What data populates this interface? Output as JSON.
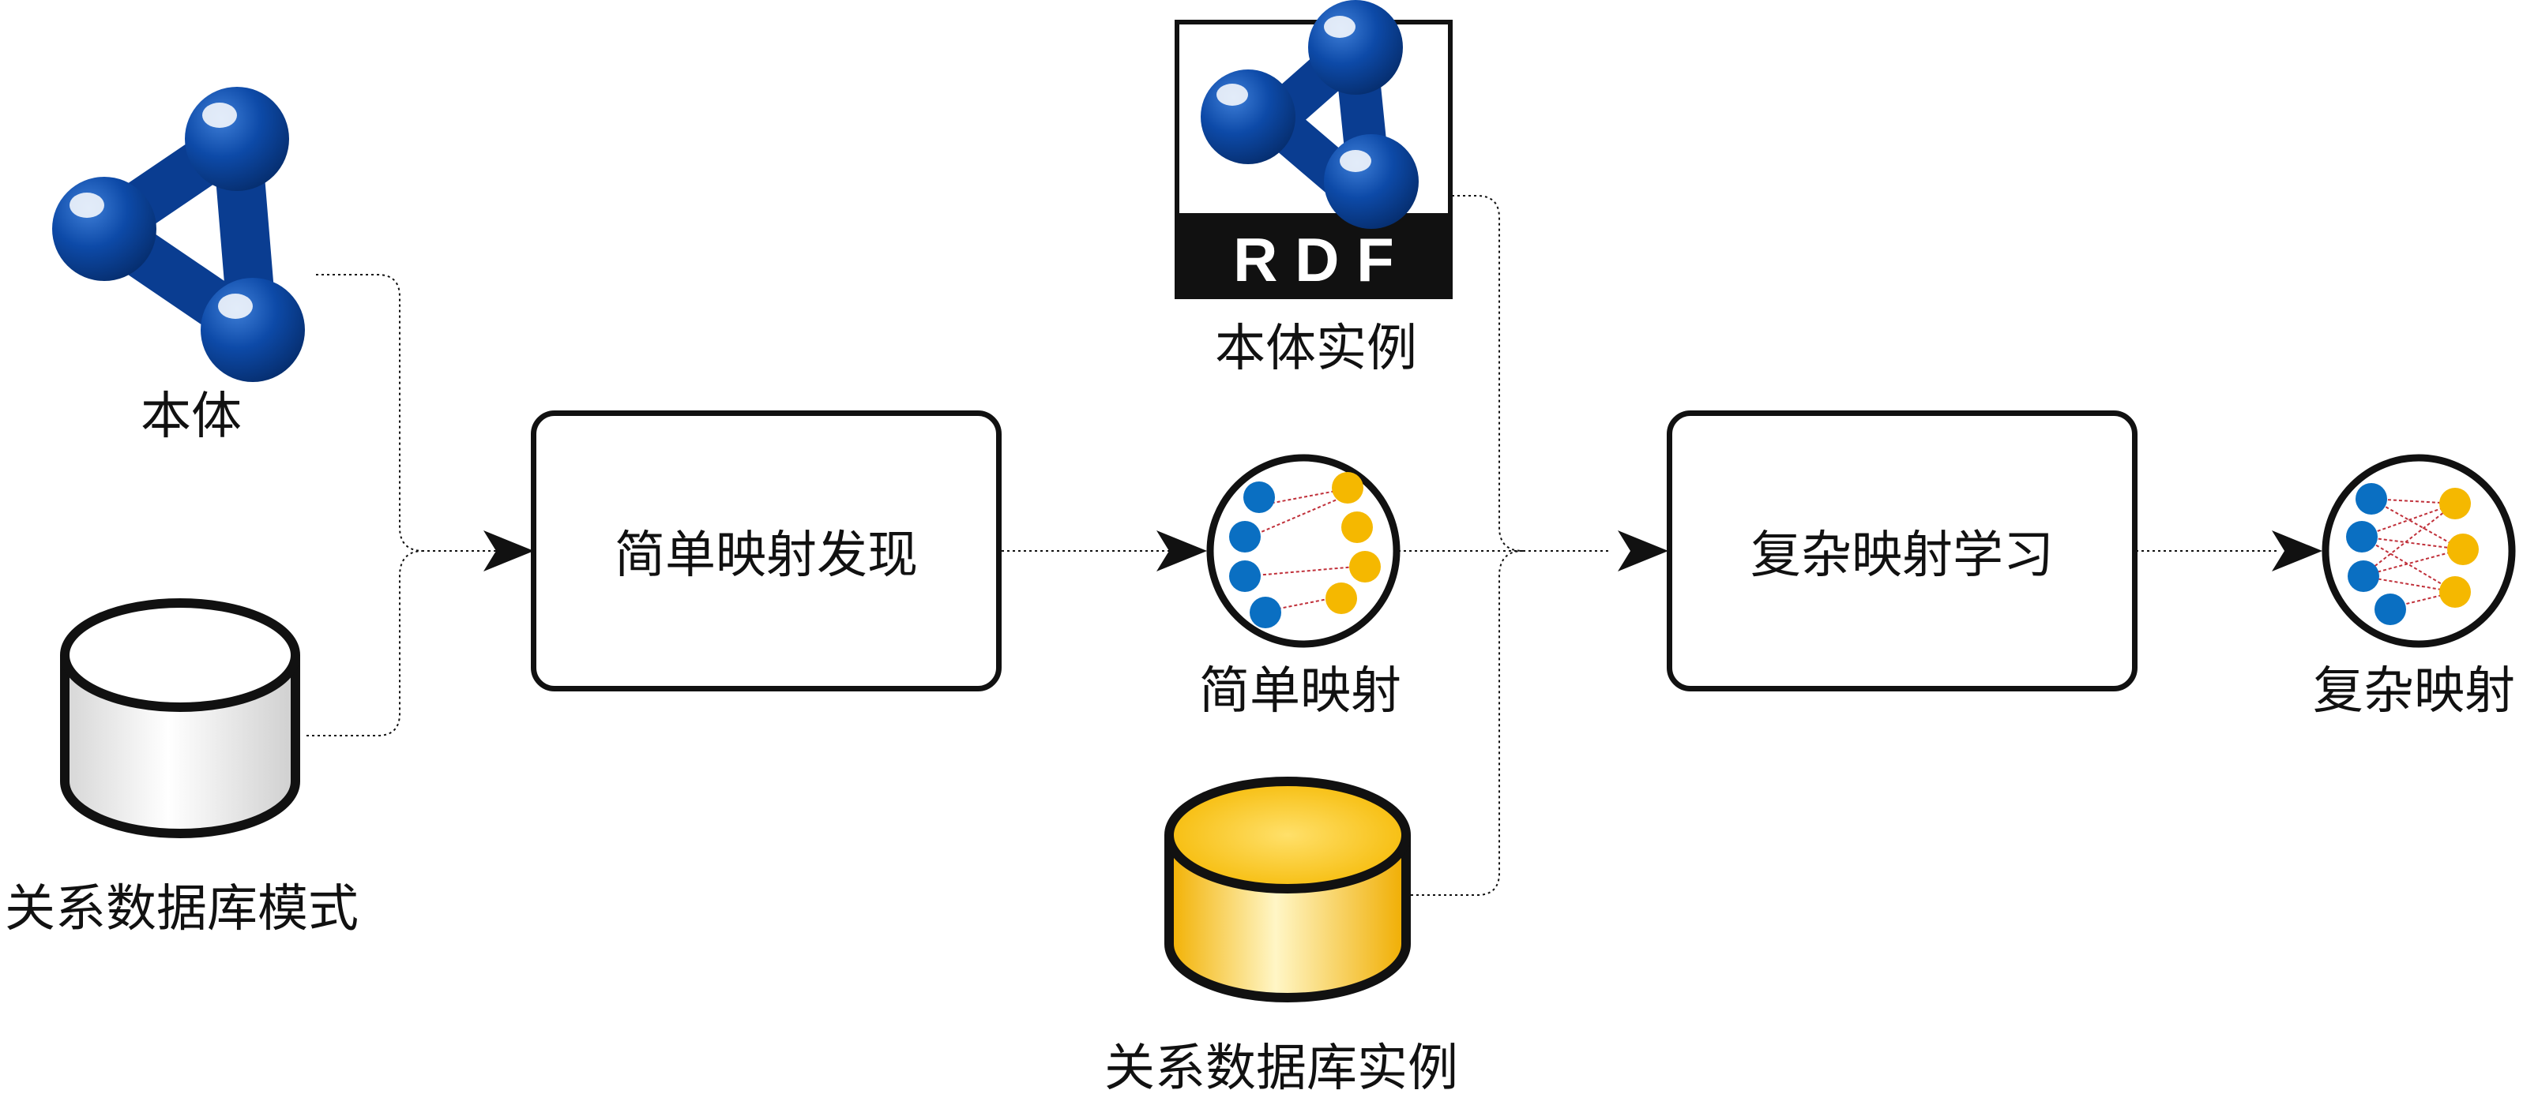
{
  "nodes": {
    "ontology": {
      "label": "本体"
    },
    "db_schema": {
      "label": "关系数据库模式"
    },
    "simple_discovery": {
      "label": "简单映射发现"
    },
    "ontology_instances": {
      "label": "本体实例",
      "logo_text": "R D F"
    },
    "simple_mapping": {
      "label": "简单映射"
    },
    "db_instances": {
      "label": "关系数据库实例"
    },
    "complex_learning": {
      "label": "复杂映射学习"
    },
    "complex_mapping": {
      "label": "复杂映射"
    }
  },
  "colors": {
    "ontology_icon": "#0a3d91",
    "mapping_left_dots": "#0a6fc2",
    "mapping_right_dots": "#f5b800",
    "mapping_lines": "#c0303a",
    "db_schema_fill": "#f0f0f0",
    "db_instance_fill": "#f5b800",
    "stroke": "#111111"
  },
  "icons": {
    "ontology": "ontology-molecule-icon",
    "db_schema": "database-cylinder-icon",
    "ontology_instances": "rdf-logo-icon",
    "simple_mapping": "mapping-circle-icon",
    "db_instances": "database-cylinder-icon",
    "complex_mapping": "mapping-circle-icon"
  }
}
